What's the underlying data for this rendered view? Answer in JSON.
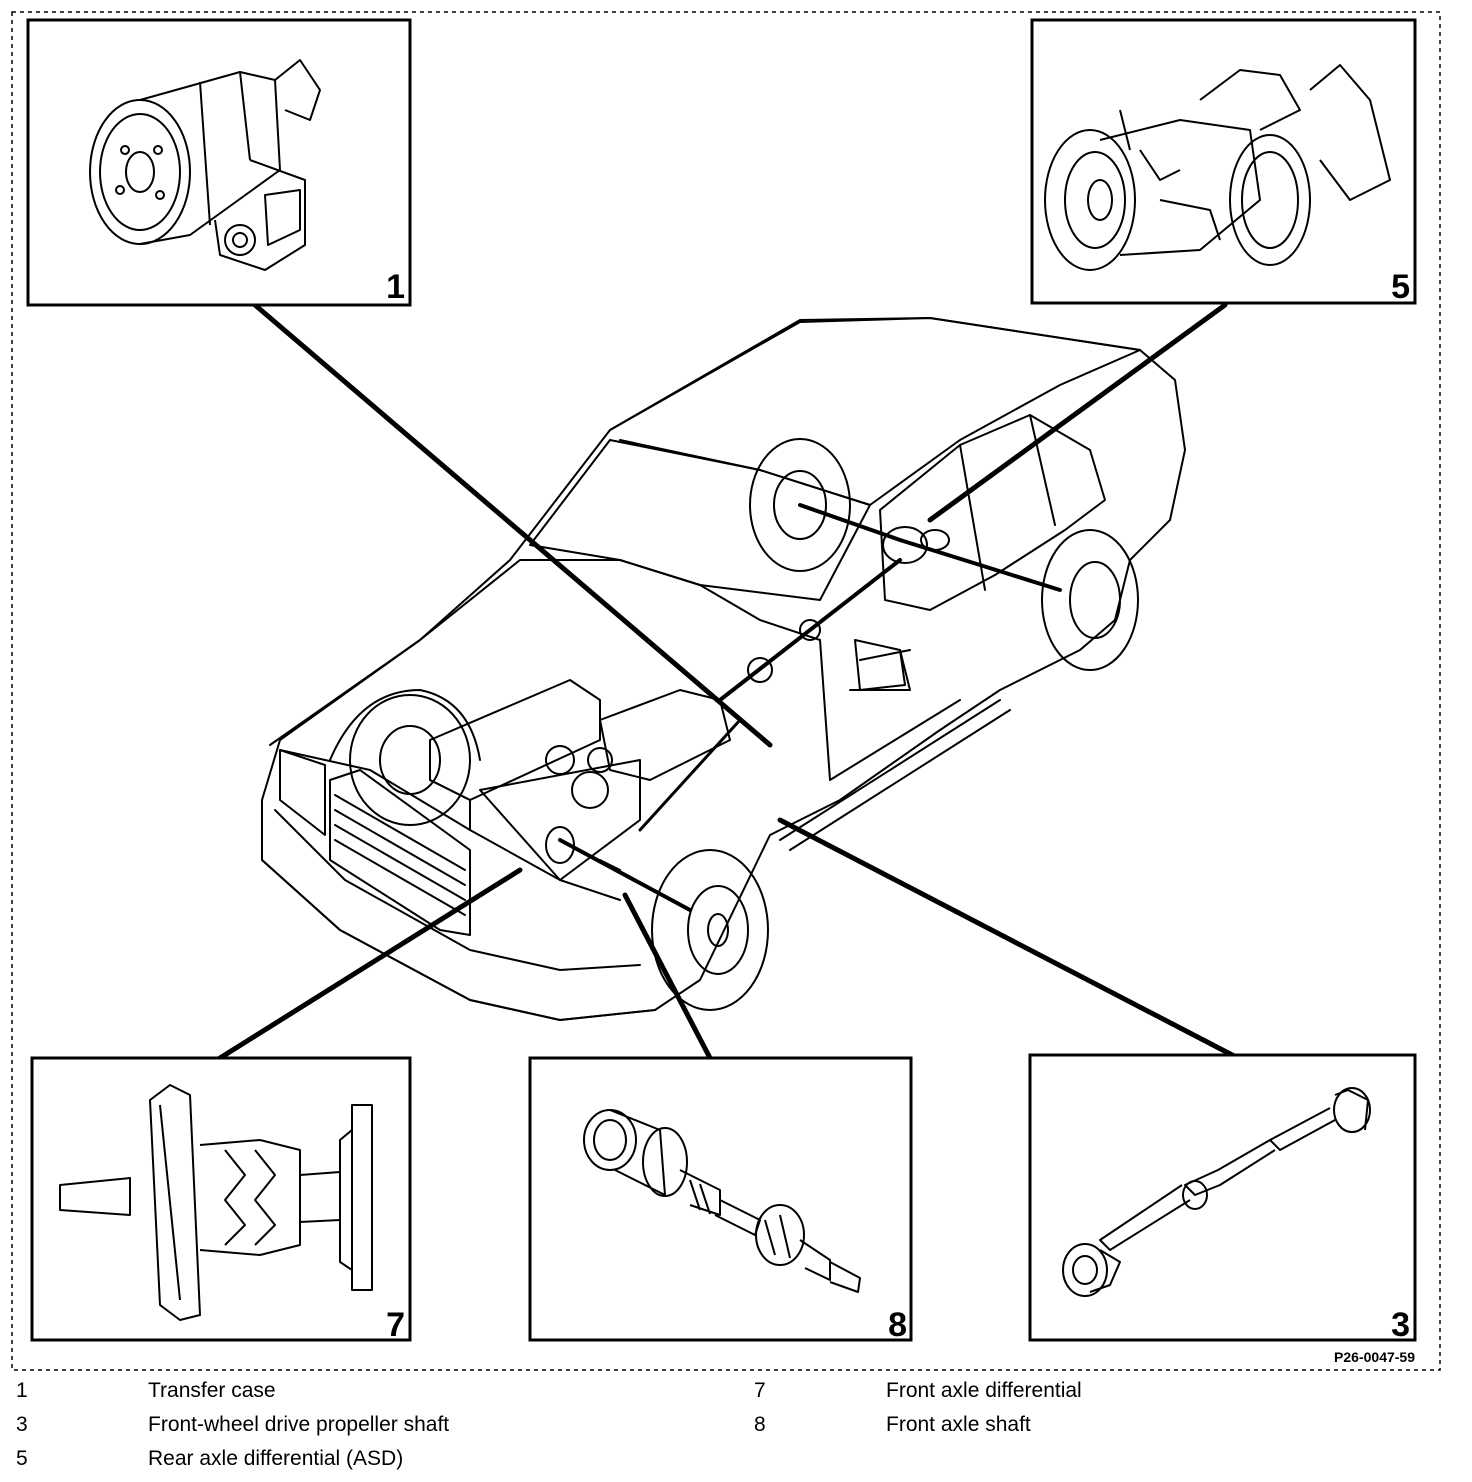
{
  "figure": {
    "code": "P26-0047-59",
    "panels": [
      {
        "number": "1",
        "depicts": "Transfer case"
      },
      {
        "number": "5",
        "depicts": "Rear axle differential (ASD)"
      },
      {
        "number": "7",
        "depicts": "Front axle differential"
      },
      {
        "number": "8",
        "depicts": "Front axle shaft"
      },
      {
        "number": "3",
        "depicts": "Front-wheel drive propeller shaft"
      }
    ]
  },
  "legend": [
    {
      "num": "1",
      "text": "Transfer case"
    },
    {
      "num": "3",
      "text": "Front-wheel drive propeller shaft"
    },
    {
      "num": "5",
      "text": "Rear axle differential (ASD)"
    },
    {
      "num": "7",
      "text": "Front axle differential"
    },
    {
      "num": "8",
      "text": "Front axle shaft"
    }
  ]
}
